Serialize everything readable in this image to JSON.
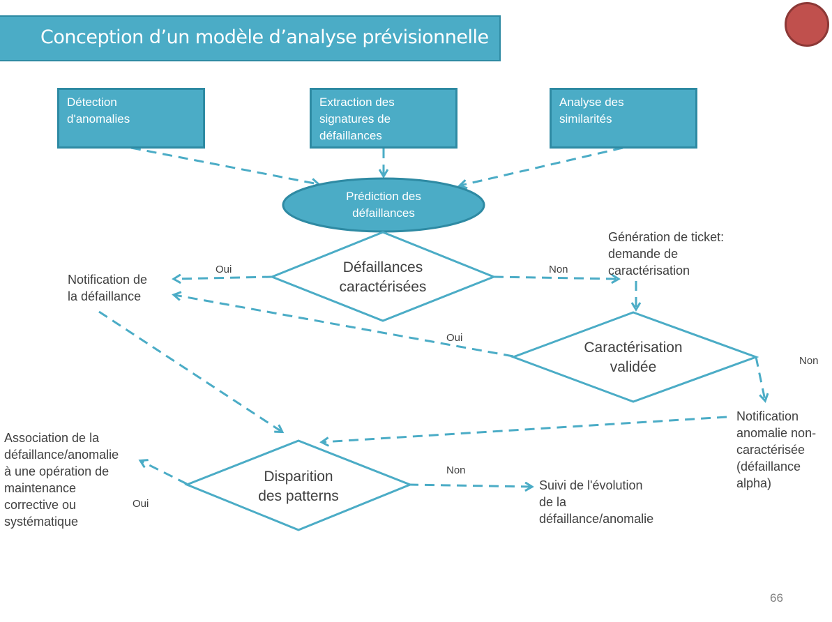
{
  "title": "Conception d’un modèle d’analyse prévisionnelle",
  "colors": {
    "accent": "#4bacc6",
    "accent_border": "#2e8aa3",
    "connector": "#4bacc6",
    "red_circle": "#c0504d",
    "text": "#404040"
  },
  "sources": {
    "detection": "Détection\nd'anomalies",
    "extraction": "Extraction des\nsignatures de\ndéfaillances",
    "similarites": "Analyse des\nsimilarités"
  },
  "prediction": "Prédiction des\ndéfaillances",
  "decisions": {
    "caracterisees": "Défaillances\ncaractérisées",
    "validee": "Caractérisation\nvalidée",
    "disparition": "Disparition\ndes patterns"
  },
  "labels": {
    "oui_1": "Oui",
    "non_1": "Non",
    "oui_2": "Oui",
    "non_2": "Non",
    "oui_3": "Oui",
    "non_3": "Non"
  },
  "outcomes": {
    "notification": "Notification de\nla défaillance",
    "ticket": "Génération de ticket:\ndemande de\ncaractérisation",
    "non_caracterisee": "Notification\nanomalie non-\ncaractérisée\n(défaillance\nalpha)",
    "association": "Association de la\ndéfaillance/anomalie\nà une opération de\nmaintenance\ncorrective ou\nsystématique",
    "suivi": "Suivi de l'évolution\nde la\ndéfaillance/anomalie"
  },
  "page_number": "66"
}
